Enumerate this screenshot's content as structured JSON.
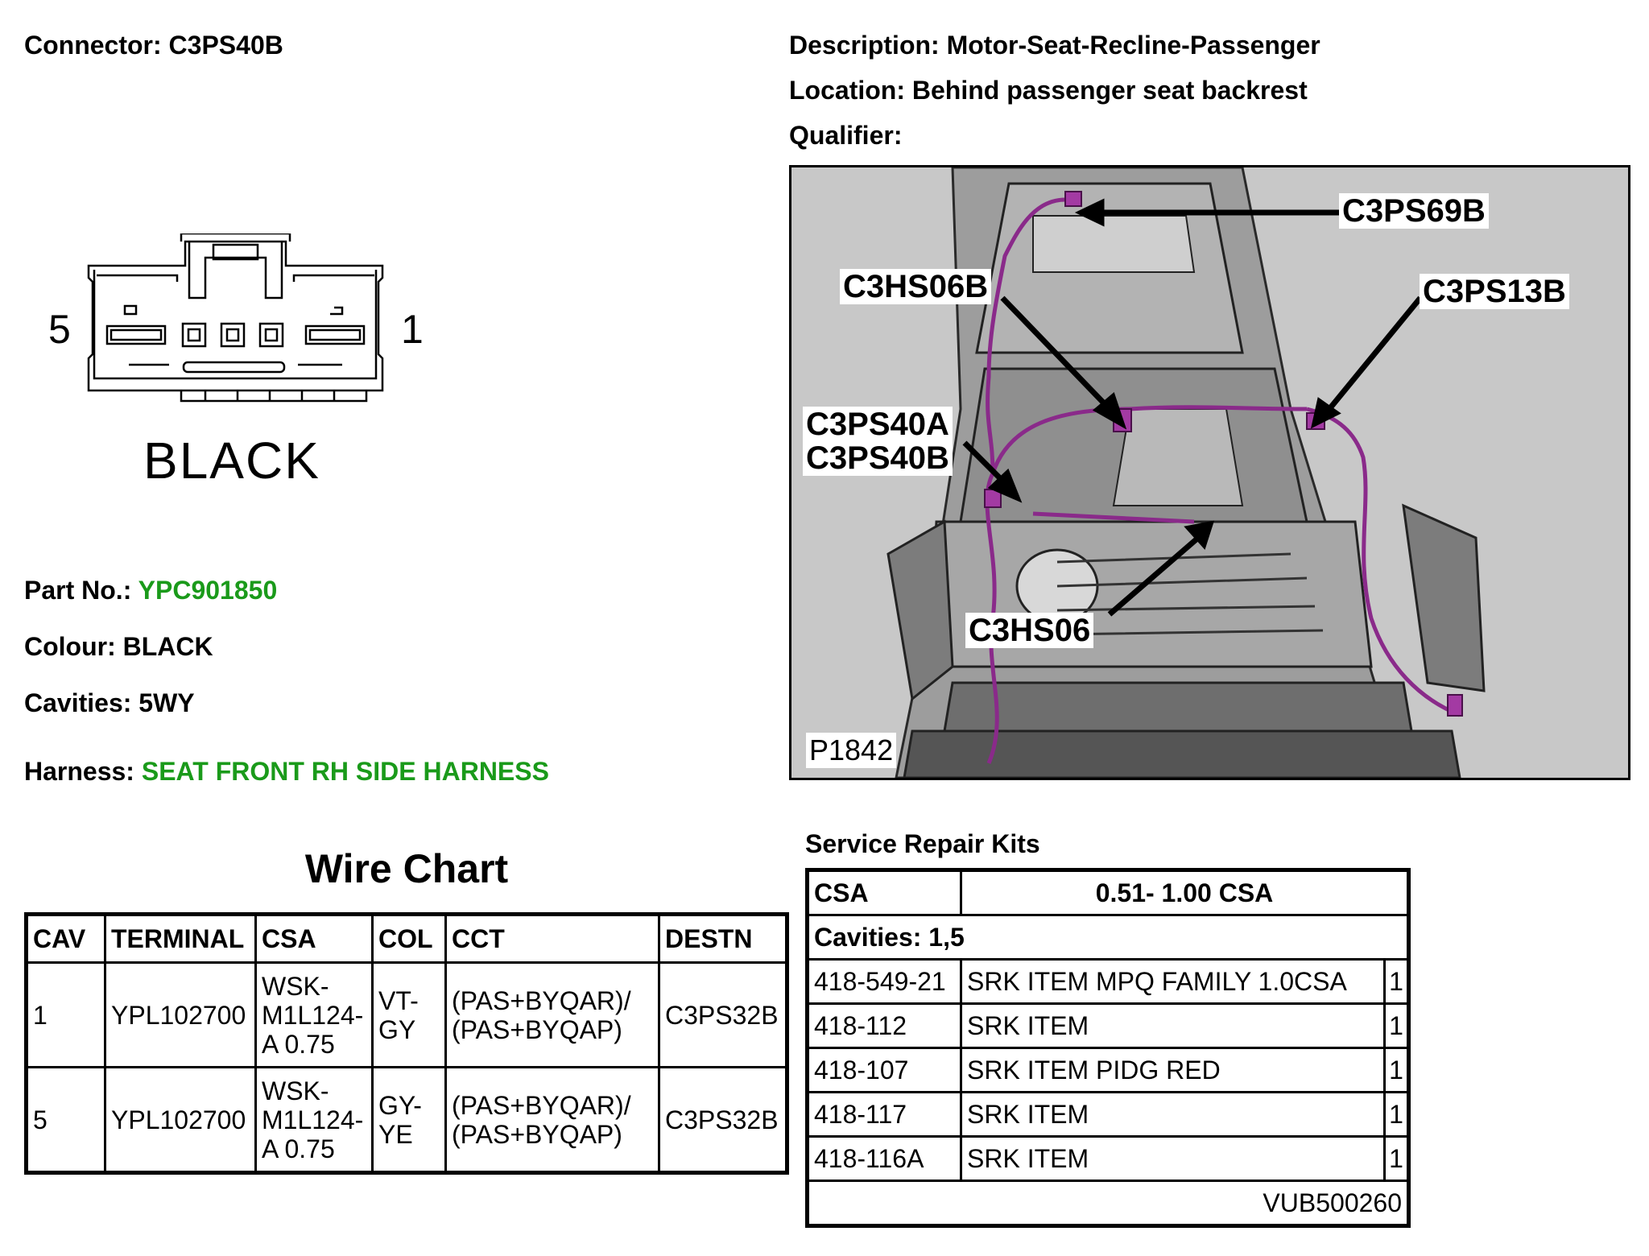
{
  "connector": {
    "label": "Connector:",
    "value": "C3PS40B"
  },
  "description": {
    "label": "Description:",
    "value": "Motor-Seat-Recline-Passenger"
  },
  "location": {
    "label": "Location:",
    "value": "Behind passenger seat backrest"
  },
  "qualifier": {
    "label": "Qualifier:",
    "value": ""
  },
  "diagram": {
    "pin_left": "5",
    "pin_right": "1",
    "color_text": "BLACK"
  },
  "part_no": {
    "label": "Part No.:",
    "value": "YPC901850"
  },
  "colour": {
    "label": "Colour:",
    "value": "BLACK"
  },
  "cavities": {
    "label": "Cavities:",
    "value": "5WY"
  },
  "harness": {
    "label": "Harness:",
    "value": "SEAT FRONT RH SIDE HARNESS"
  },
  "photo": {
    "ref": "P1842",
    "callouts": [
      "C3PS69B",
      "C3HS06B",
      "C3PS13B",
      "C3PS40A",
      "C3PS40B",
      "C3HS06"
    ]
  },
  "wire_chart": {
    "title": "Wire Chart",
    "headers": [
      "CAV",
      "TERMINAL",
      "CSA",
      "COL",
      "CCT",
      "DESTN"
    ],
    "rows": [
      {
        "cav": "1",
        "terminal": "YPL102700",
        "csa": [
          "WSK-",
          "M1L124-",
          "A 0.75"
        ],
        "col": [
          "VT-",
          "GY"
        ],
        "cct": [
          "(PAS+BYQAR)/",
          "(PAS+BYQAP)"
        ],
        "destn": "C3PS32B"
      },
      {
        "cav": "5",
        "terminal": "YPL102700",
        "csa": [
          "WSK-",
          "M1L124-",
          "A 0.75"
        ],
        "col": [
          "GY-",
          "YE"
        ],
        "cct": [
          "(PAS+BYQAR)/",
          "(PAS+BYQAP)"
        ],
        "destn": "C3PS32B"
      }
    ]
  },
  "srk": {
    "title": "Service Repair Kits",
    "header": {
      "csa": "CSA",
      "range": "0.51- 1.00 CSA"
    },
    "cavities": "Cavities: 1,5",
    "items": [
      {
        "code": "418-549-21",
        "desc": "SRK ITEM MPQ FAMILY 1.0CSA",
        "qty": "1"
      },
      {
        "code": "418-112",
        "desc": "SRK ITEM",
        "qty": "1"
      },
      {
        "code": "418-107",
        "desc": "SRK ITEM PIDG RED",
        "qty": "1"
      },
      {
        "code": "418-117",
        "desc": "SRK ITEM",
        "qty": "1"
      },
      {
        "code": "418-116A",
        "desc": "SRK ITEM",
        "qty": "1"
      }
    ],
    "footer": "VUB500260"
  }
}
